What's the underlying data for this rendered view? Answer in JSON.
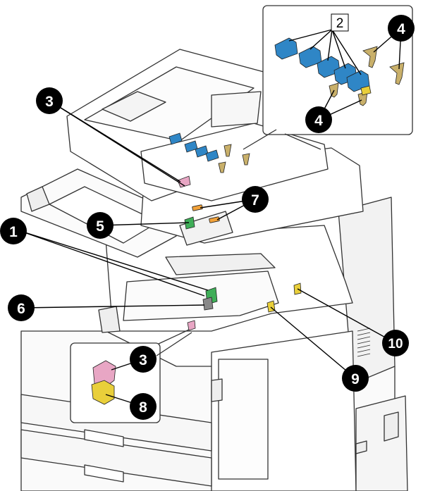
{
  "callouts": [
    {
      "id": "c1",
      "label": "1"
    },
    {
      "id": "c2",
      "label": "2"
    },
    {
      "id": "c3a",
      "label": "3"
    },
    {
      "id": "c3b",
      "label": "3"
    },
    {
      "id": "c4a",
      "label": "4"
    },
    {
      "id": "c4b",
      "label": "4"
    },
    {
      "id": "c5",
      "label": "5"
    },
    {
      "id": "c6",
      "label": "6"
    },
    {
      "id": "c7",
      "label": "7"
    },
    {
      "id": "c8",
      "label": "8"
    },
    {
      "id": "c9",
      "label": "9"
    },
    {
      "id": "c10",
      "label": "10"
    }
  ],
  "colors": {
    "outline": "#333333",
    "body": "#ffffff",
    "shadow": "#e6e6e6",
    "callout_fill": "#000000",
    "callout_text": "#ffffff",
    "blue_part": "#2f86c6",
    "pink_part": "#e8a6c4",
    "yellow_part": "#e9cf3a",
    "orange_part": "#f2a23a",
    "green_part": "#3fae58",
    "tan_part": "#c9b06a"
  }
}
